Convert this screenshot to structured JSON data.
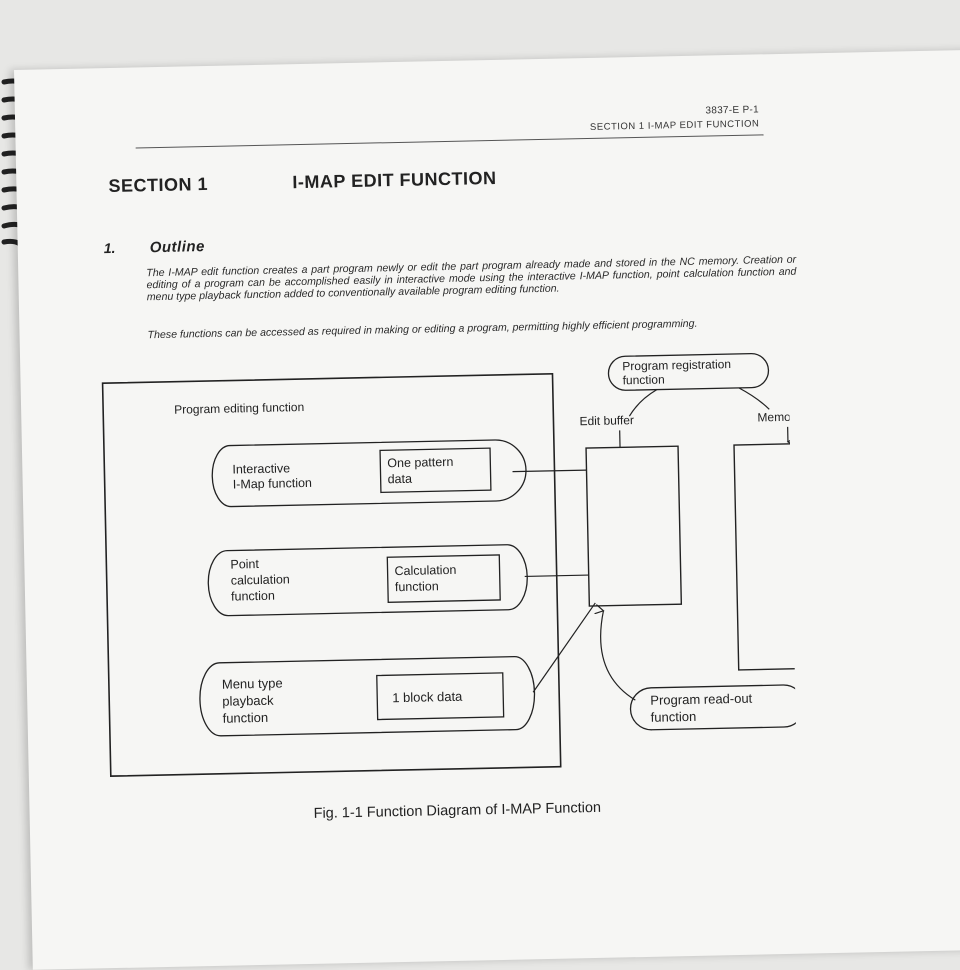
{
  "header": {
    "doc_code": "3837-E  P-1",
    "section_ref": "SECTION 1  I-MAP EDIT FUNCTION"
  },
  "section": {
    "number": "SECTION 1",
    "title": "I-MAP EDIT FUNCTION"
  },
  "outline": {
    "number": "1.",
    "title": "Outline",
    "paragraphs": [
      "The I-MAP edit function creates a part program newly or edit the part program already made and stored in the NC memory.  Creation or editing of a program can be accomplished easily in interactive mode using the interactive I-MAP function, point calculation function and menu type playback function added to conventionally available program editing function.",
      "These functions can be accessed as required in making or editing a program, permitting highly efficient programming."
    ]
  },
  "diagram": {
    "program_editing_label": "Program editing function",
    "interactive": {
      "line1": "Interactive",
      "line2": "I-Map function",
      "box_line1": "One pattern",
      "box_line2": "data"
    },
    "point": {
      "line1": "Point",
      "line2": "calculation",
      "line3": "function",
      "box_line1": "Calculation",
      "box_line2": "function"
    },
    "menu": {
      "line1": "Menu type",
      "line2": "playback",
      "line3": "function",
      "box_line1": "1 block data"
    },
    "registration": {
      "line1": "Program registration",
      "line2": "function"
    },
    "edit_buffer": "Edit buffer",
    "memory": "Memory",
    "readout": {
      "line1": "Program read-out",
      "line2": "function"
    }
  },
  "caption": "Fig. 1-1  Function Diagram of I-MAP Function"
}
